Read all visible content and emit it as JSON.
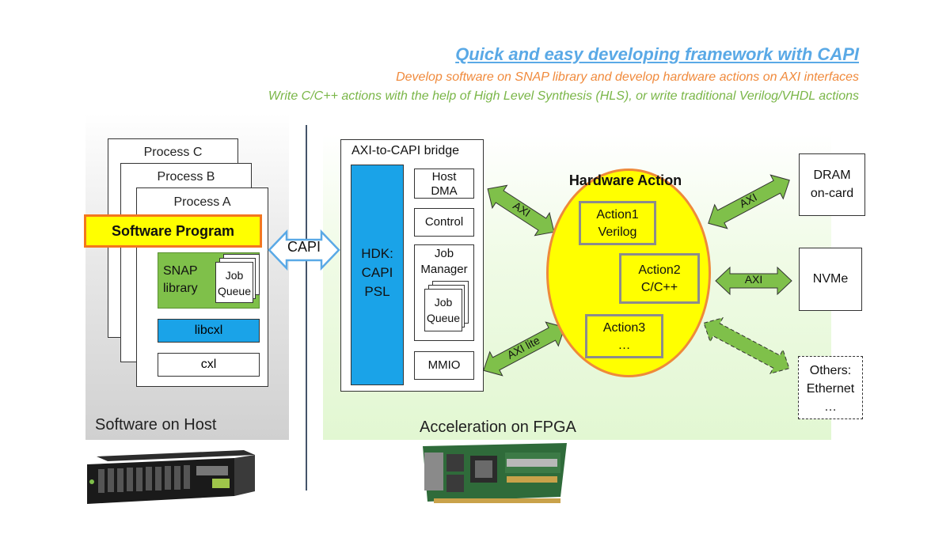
{
  "header": {
    "title": "Quick and easy developing framework with CAPI",
    "subtitle1": "Develop software on SNAP library and develop hardware actions on AXI interfaces",
    "subtitle2": "Write C/C++ actions with the help of High Level Synthesis (HLS), or write traditional Verilog/VHDL actions"
  },
  "host": {
    "process_c": "Process C",
    "process_b": "Process B",
    "process_a": "Process A",
    "software_program": "Software Program",
    "snap_line1": "SNAP",
    "snap_line2": "library",
    "job_queue_line1": "Job",
    "job_queue_line2": "Queue",
    "libcxl": "libcxl",
    "cxl": "cxl",
    "caption": "Software on Host"
  },
  "link": {
    "capi": "CAPI"
  },
  "fpga": {
    "bridge_label": "AXI-to-CAPI bridge",
    "hdk_line1": "HDK:",
    "hdk_line2": "CAPI",
    "hdk_line3": "PSL",
    "host_dma_line1": "Host",
    "host_dma_line2": "DMA",
    "control": "Control",
    "job_manager_line1": "Job",
    "job_manager_line2": "Manager",
    "job_queue_line1": "Job",
    "job_queue_line2": "Queue",
    "mmio": "MMIO",
    "caption": "Acceleration on FPGA"
  },
  "hardware_action": {
    "title": "Hardware Action",
    "action1_line1": "Action1",
    "action1_line2": "Verilog",
    "action2_line1": "Action2",
    "action2_line2": "C/C++",
    "action3_line1": "Action3",
    "action3_line2": "…"
  },
  "arrows": {
    "axi_bridge": "AXI",
    "axi_lite": "AXI lite",
    "axi_dram": "AXI",
    "axi_nvme": "AXI"
  },
  "resources": {
    "dram_line1": "DRAM",
    "dram_line2": "on-card",
    "nvme": "NVMe",
    "others_line1": "Others:",
    "others_line2": "Ethernet",
    "others_line3": "…"
  },
  "colors": {
    "title": "#5aa9e6",
    "subtitle1": "#f08a3c",
    "subtitle2": "#7ab648",
    "psl_blue": "#1aa3e8",
    "snap_green": "#7fc04a",
    "action_yellow": "#ffff00",
    "ellipse_border": "#ee8a3a",
    "arrow_green": "#7fc04a",
    "capi_arrow": "#5aa9e6"
  }
}
